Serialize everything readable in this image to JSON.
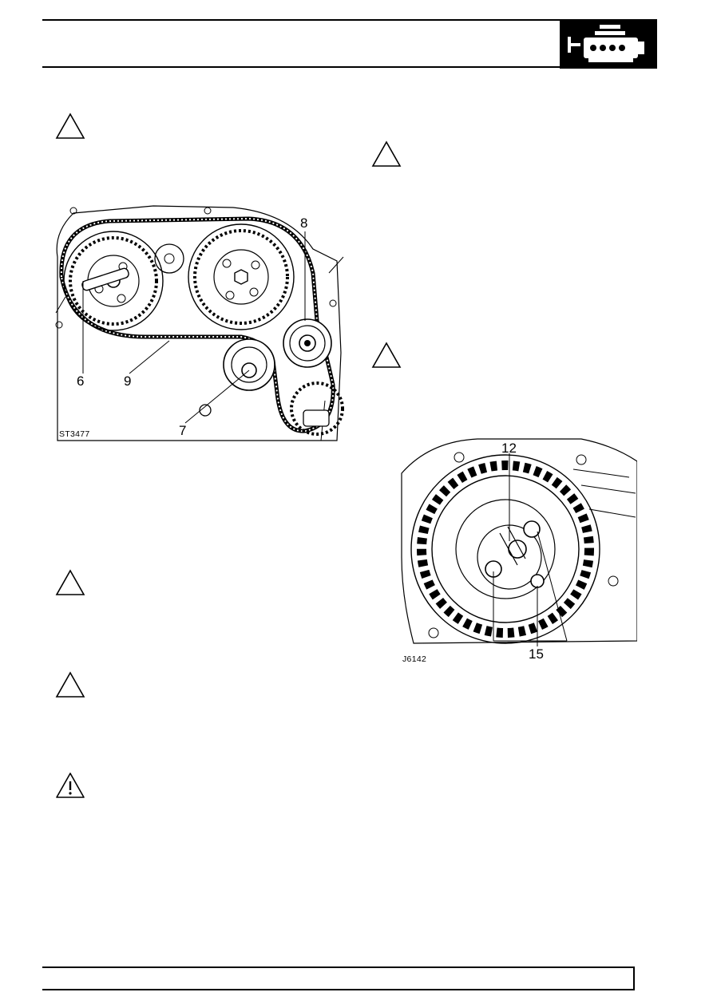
{
  "figures": {
    "timing_belt": {
      "code": "ST3477",
      "callouts": [
        "6",
        "7",
        "8",
        "9"
      ]
    },
    "hub_gear": {
      "code": "J6142",
      "callouts": [
        "12",
        "15"
      ]
    }
  },
  "icons": {
    "caution": "caution-triangle-icon",
    "warning": "warning-exclamation-icon",
    "engine": "engine-section-icon"
  }
}
